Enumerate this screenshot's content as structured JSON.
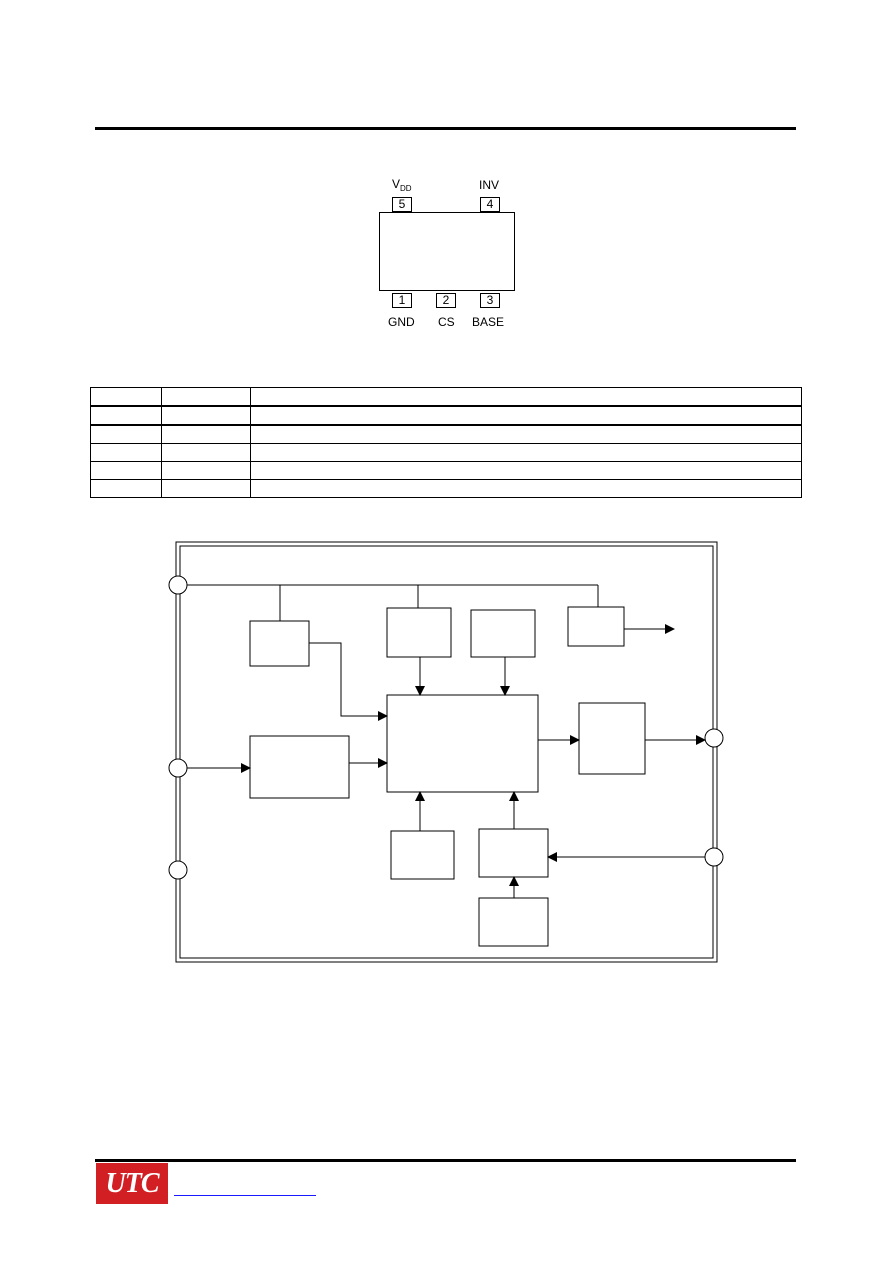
{
  "logo": {
    "text": "UTC",
    "color": "#d21f24"
  },
  "pins": {
    "top": [
      {
        "number": "5",
        "name_main": "V",
        "name_sub": "DD"
      },
      {
        "number": "4",
        "name": "INV"
      }
    ],
    "bottom": [
      {
        "number": "1",
        "name": "GND"
      },
      {
        "number": "2",
        "name": "CS"
      },
      {
        "number": "3",
        "name": "BASE"
      }
    ]
  }
}
